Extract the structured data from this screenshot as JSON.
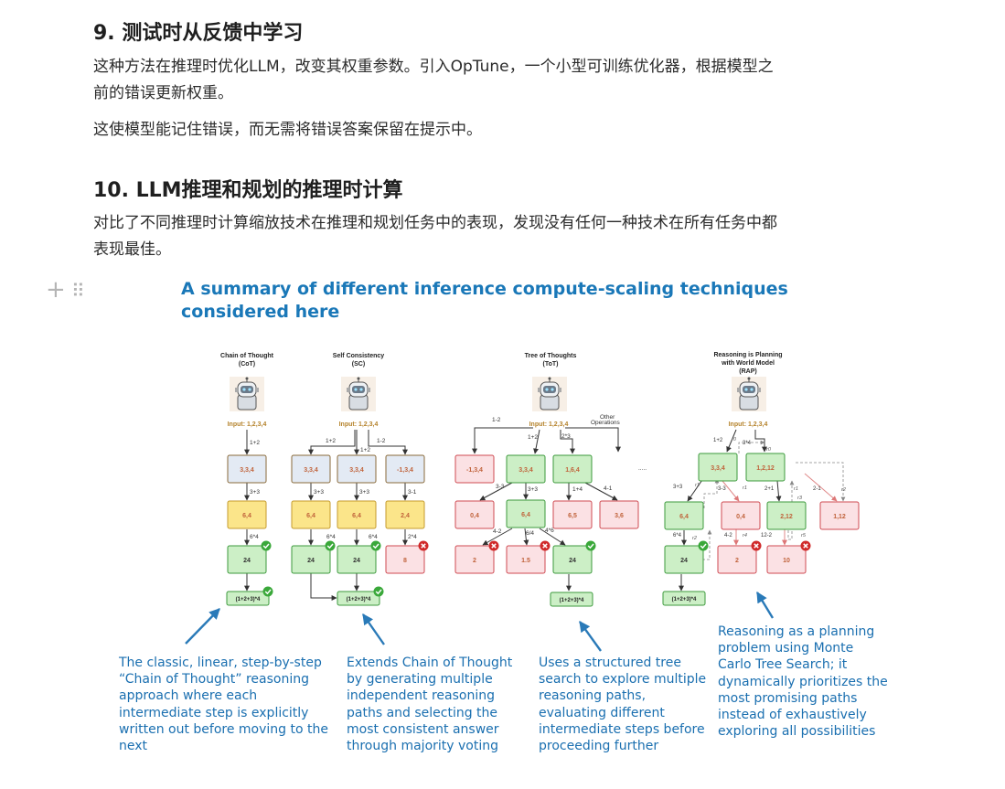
{
  "section9": {
    "heading": "9. 测试时从反馈中学习",
    "p1_line1": "这种方法在推理时优化LLM，改变其权重参数。引入OpTune，一个小型可训练优化器，根据模型之",
    "p1_line2": "前的错误更新权重。",
    "p2": "这使模型能记住错误，而无需将错误答案保留在提示中。"
  },
  "section10": {
    "heading": "10. LLM推理和规划的推理时计算",
    "p1_line1": "对比了不同推理时计算缩放技术在推理和规划任务中的表现，发现没有任何一种技术在所有任务中都",
    "p1_line2": "表现最佳。"
  },
  "block_handle": {
    "add": "+",
    "drag": "⠿"
  },
  "figure": {
    "title_line1": "A summary of different inference compute-scaling techniques",
    "title_line2": "considered here",
    "input_label": "Input: 1,2,3,4",
    "cot": {
      "title1": "Chain of Thought",
      "title2": "(CoT)",
      "ops": [
        "1+2",
        "3+3",
        "6*4"
      ],
      "nodes": [
        "3,3,4",
        "6,4",
        "24"
      ],
      "answer": "(1+2+3)*4"
    },
    "sc": {
      "title1": "Self Consistency",
      "title2": "(SC)",
      "ops_top": [
        "1+2",
        "1+2",
        "1-2"
      ],
      "ops_mid": [
        "3+3",
        "3+3",
        "3-1"
      ],
      "ops_bot": [
        "6*4",
        "6*4",
        "2*4"
      ],
      "row1": [
        "3,3,4",
        "3,3,4",
        "-1,3,4"
      ],
      "row2": [
        "6,4",
        "6,4",
        "2,4"
      ],
      "row3": [
        "24",
        "24",
        "8"
      ],
      "answer": "(1+2+3)*4"
    },
    "tot": {
      "title1": "Tree of Thoughts",
      "title2": "(ToT)",
      "other_ops1": "Other",
      "other_ops2": "Operations",
      "ops": [
        "1-2",
        "1+2",
        "2*3",
        "3-3",
        "3+3",
        "1+4",
        "4-1",
        "4-2",
        "6/4",
        "4*6"
      ],
      "dots": ".....",
      "row1": [
        "-1,3,4",
        "3,3,4",
        "1,6,4"
      ],
      "row2": [
        "0,4",
        "6,4",
        "6,5",
        "3,6"
      ],
      "row3": [
        "2",
        "1.5",
        "24"
      ],
      "answer": "(1+2+3)*4"
    },
    "rap": {
      "title1": "Reasoning is Planning",
      "title2": "with World Model",
      "title3": "(RAP)",
      "ops": [
        "1+2",
        "3*4",
        "3+3",
        "3-3",
        "2+1",
        "2-1",
        "6*4",
        "4-2",
        "12-2"
      ],
      "rewards": [
        "r0",
        "r0",
        "r1",
        "r1",
        "r1",
        "r2",
        "r2",
        "r3",
        "r4",
        "r5",
        "r6"
      ],
      "row1": [
        "3,3,4",
        "1,2,12"
      ],
      "row2": [
        "6,4",
        "0,4",
        "2,12",
        "1,12"
      ],
      "row3": [
        "24",
        "2",
        "10"
      ],
      "answer": "(1+2+3)*4"
    },
    "captions": {
      "cot": [
        "The classic, linear, step-by-step",
        "“Chain of Thought” reasoning",
        "approach where each",
        "intermediate step is explicitly",
        "written out before moving to the",
        "next"
      ],
      "sc": [
        "Extends Chain of Thought",
        "by generating multiple",
        "independent reasoning",
        "paths and selecting the",
        "most consistent answer",
        "through majority voting"
      ],
      "tot": [
        "Uses a structured tree",
        "search to explore multiple",
        "reasoning paths,",
        "evaluating different",
        "intermediate steps before",
        "proceeding further"
      ],
      "rap": [
        "Reasoning as a planning",
        "problem using Monte",
        "Carlo Tree Search; it",
        "dynamically prioritizes the",
        "most promising paths",
        "instead of exhaustively",
        "exploring all possibilities"
      ]
    },
    "colors": {
      "title": "#1a78b8",
      "caption": "#1a6fb0",
      "arrow": "#2a7ab8",
      "neutral_fill": "#e3eaf4",
      "neutral_stroke": "#8a6a3a",
      "yellow_fill": "#fbe58a",
      "yellow_stroke": "#c49a2c",
      "green_fill": "#ccefc6",
      "green_stroke": "#3c9a3c",
      "red_fill": "#fbe1e4",
      "red_stroke": "#cf4a52",
      "node_text": "#c0623a"
    },
    "icons": [
      "robot-avatar-icon",
      "check-badge-icon",
      "cross-badge-icon"
    ]
  }
}
